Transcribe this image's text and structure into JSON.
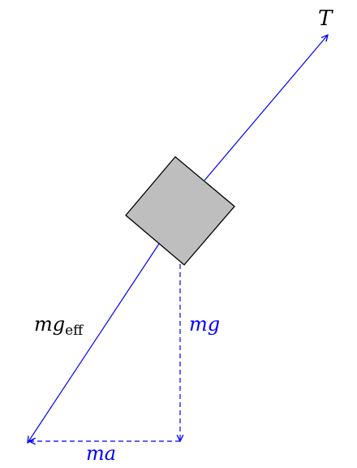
{
  "diagram": {
    "labels": {
      "tension": "T",
      "effective_weight": "mg",
      "effective_weight_subscript": "eff",
      "weight": "mg",
      "inertial": "ma"
    },
    "colors": {
      "vector": "#0000ff",
      "block_fill": "#bebebe",
      "block_stroke": "#000000",
      "text": "#000000"
    }
  }
}
